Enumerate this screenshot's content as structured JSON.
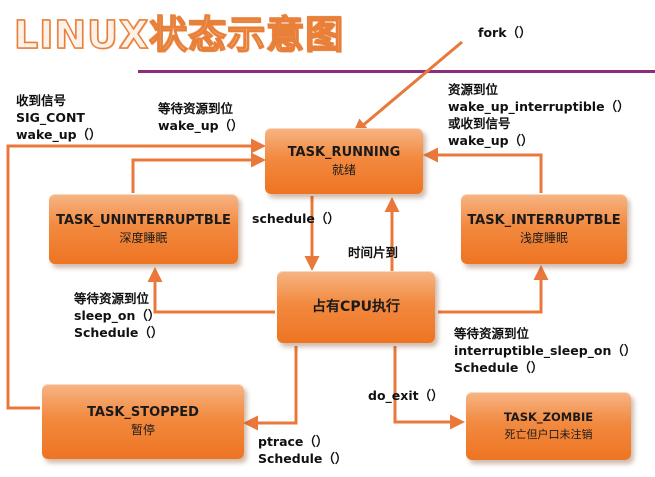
{
  "title": "LINUX状态示意图",
  "states": {
    "running": {
      "en": "TASK_RUNNING",
      "cn": "就绪"
    },
    "uninterruptible": {
      "en": "TASK_UNINTERRUPTBLE",
      "cn": "深度睡眠"
    },
    "interruptible": {
      "en": "TASK_INTERRUPTBLE",
      "cn": "浅度睡眠"
    },
    "cpu": {
      "cn": "占有CPU执行"
    },
    "stopped": {
      "en": "TASK_STOPPED",
      "cn": "暂停"
    },
    "zombie": {
      "en": "TASK_ZOMBIE",
      "cn": "死亡但户口未注销"
    }
  },
  "labels": {
    "fork": "fork（）",
    "signal_l1": "收到信号",
    "signal_l2": "SIG_CONT",
    "signal_l3": "wake_up（）",
    "wait_top_l1": "等待资源到位",
    "wait_top_l2": "wake_up（）",
    "right_top_l1": "资源到位",
    "right_top_l2": "wake_up_interruptible（）",
    "right_top_l3": "或收到信号",
    "right_top_l4": "wake_up（）",
    "schedule": "schedule（）",
    "timeslice": "时间片到",
    "sleep_l1": "等待资源到位",
    "sleep_l2": "sleep_on（）",
    "sleep_l3": "Schedule（）",
    "isleep_l1": "等待资源到位",
    "isleep_l2": "interruptible_sleep_on（）",
    "isleep_l3": "Schedule（）",
    "do_exit": "do_exit（）",
    "ptrace_l1": "ptrace（）",
    "ptrace_l2": "Schedule（）"
  },
  "colors": {
    "arrow": "#e9783a",
    "box_top": "#f7b585",
    "box_bottom": "#ee7422",
    "rule": "#8a2d7a"
  }
}
